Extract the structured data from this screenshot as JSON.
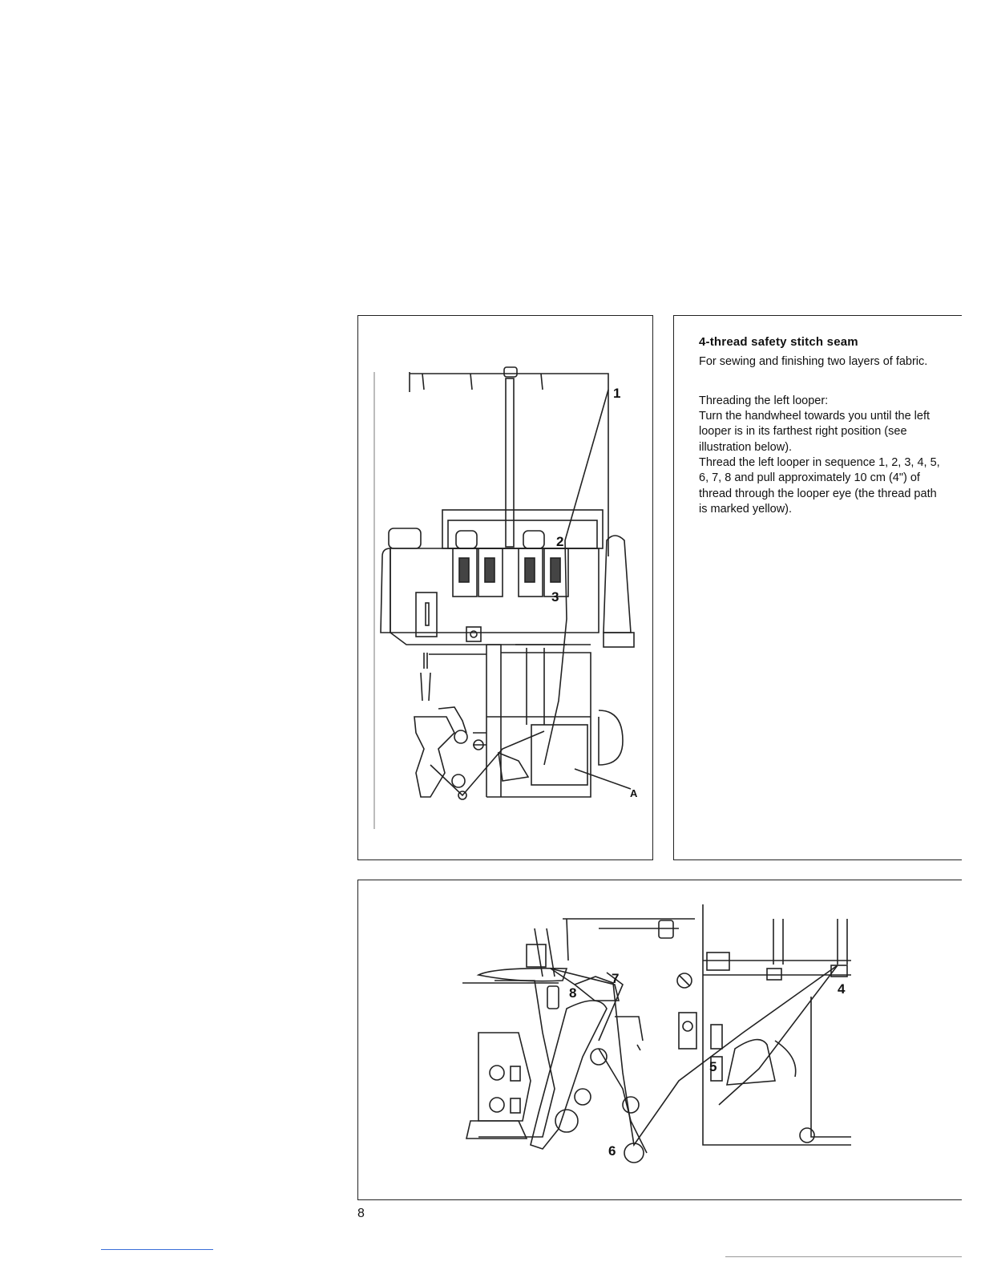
{
  "section": {
    "heading": "4-thread safety stitch seam",
    "intro": "For sewing and finishing two layers of fabric.",
    "threading_label": "Threading the left looper:",
    "threading_instruction": "Turn the handwheel towards you until the left looper is in its farthest right position (see illustration below).",
    "sequence": "Thread the left looper in sequence 1, 2, 3, 4, 5, 6, 7, 8 and pull approximately 10 cm (4\") of thread through the looper eye (the thread path is marked yellow)."
  },
  "figure_top": {
    "callouts": [
      "1",
      "2",
      "3",
      "A"
    ]
  },
  "figure_bottom": {
    "callouts": [
      "4",
      "5",
      "6",
      "7",
      "8"
    ]
  },
  "page_number": "8"
}
